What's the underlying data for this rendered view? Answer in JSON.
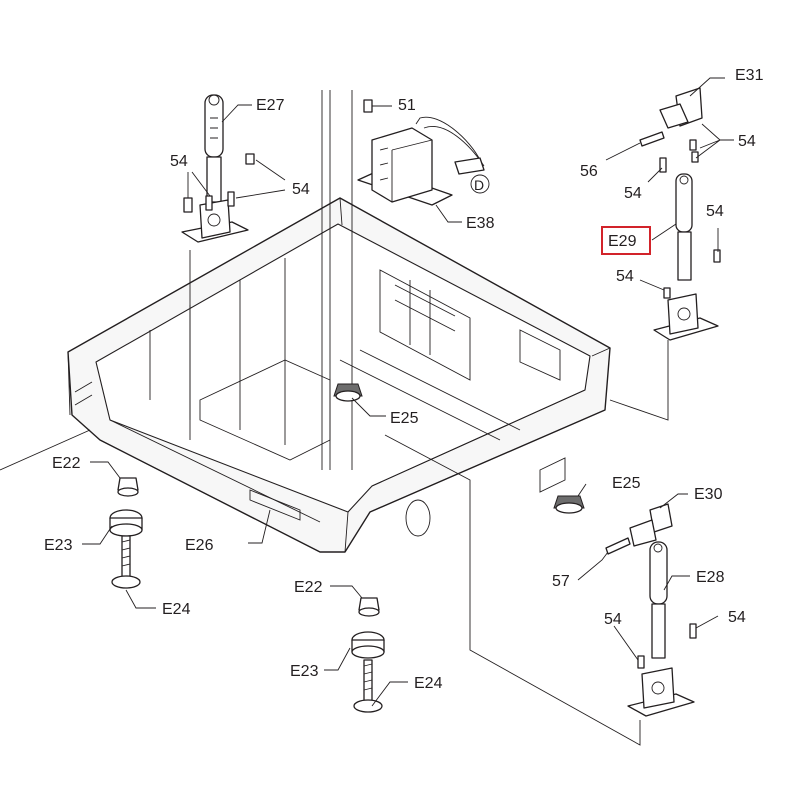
{
  "labels": {
    "e31": "E31",
    "e27": "E27",
    "p51": "51",
    "p54_a": "54",
    "p54_b": "54",
    "p54_c": "54",
    "p56": "56",
    "p54_d": "54",
    "p54_e": "54",
    "e38": "E38",
    "d": "D",
    "e29": "E29",
    "p54_f": "54",
    "e25_a": "E25",
    "e22_a": "E22",
    "e25_b": "E25",
    "e30": "E30",
    "e23_a": "E23",
    "e26": "E26",
    "e28": "E28",
    "p57": "57",
    "e24_a": "E24",
    "e22_b": "E22",
    "p54_g": "54",
    "p54_h": "54",
    "e23_b": "E23",
    "e24_b": "E24"
  },
  "highlight_color": "#d2232a"
}
